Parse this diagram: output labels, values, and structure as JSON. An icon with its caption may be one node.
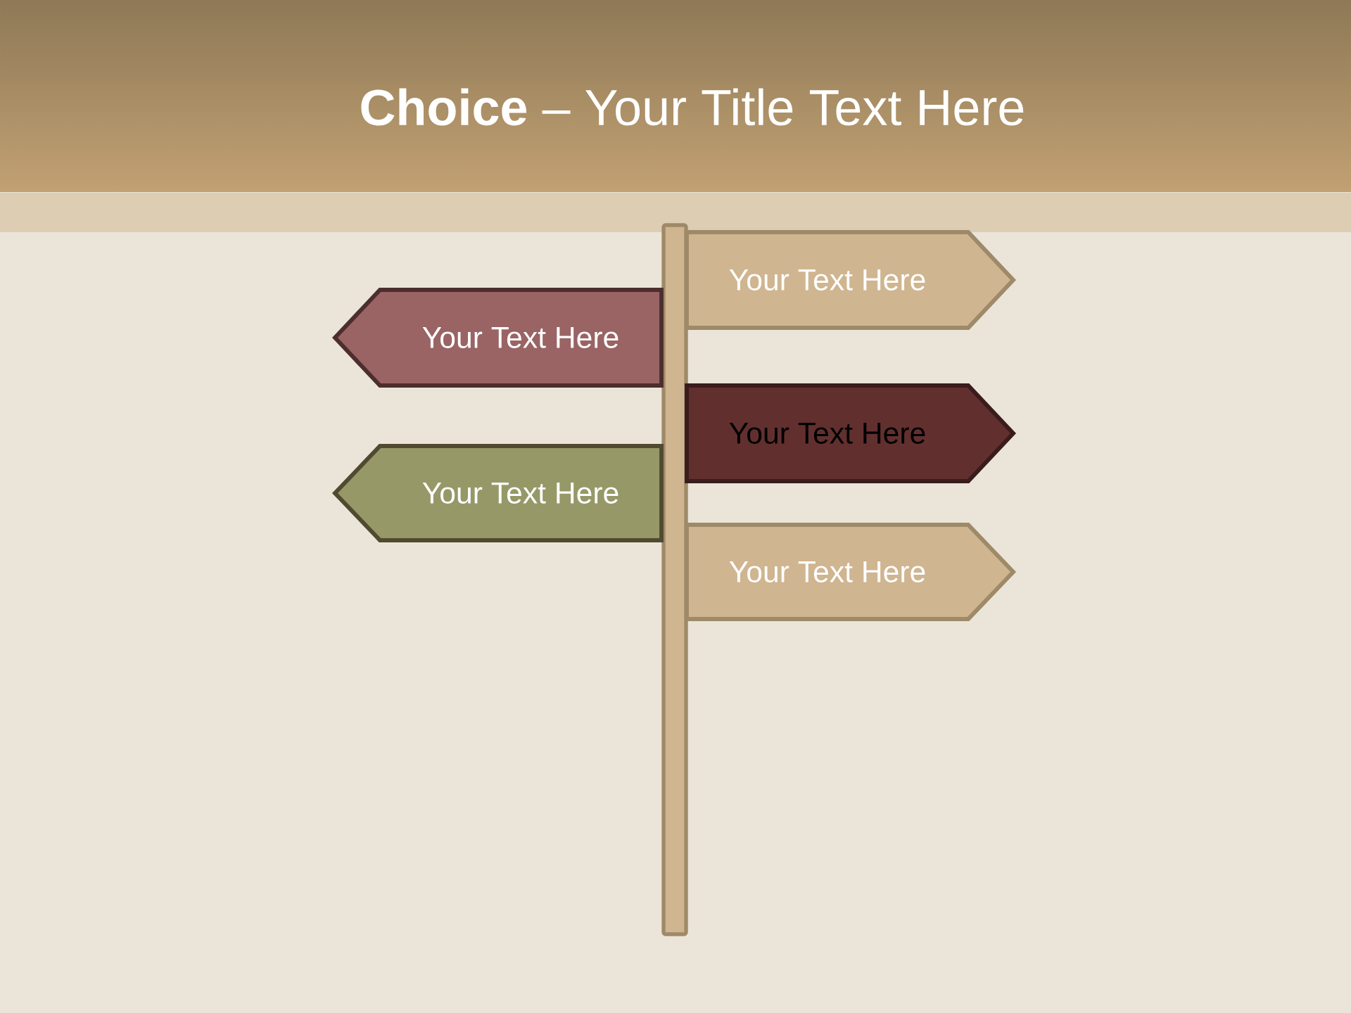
{
  "diagram": {
    "title": "**Choice** – Your Title Text Here",
    "nodes": [
      {
        "text": [],
        "shape": "bar"
      },
      {
        "text": [
          "Your Text Here"
        ]
      },
      {
        "text": [
          "Your Text Here"
        ]
      },
      {
        "text": [
          "Your Text Here"
        ]
      },
      {
        "text": [
          "Your Text Here"
        ]
      },
      {
        "text": [
          "Your Text Here"
        ]
      }
    ]
  }
}
